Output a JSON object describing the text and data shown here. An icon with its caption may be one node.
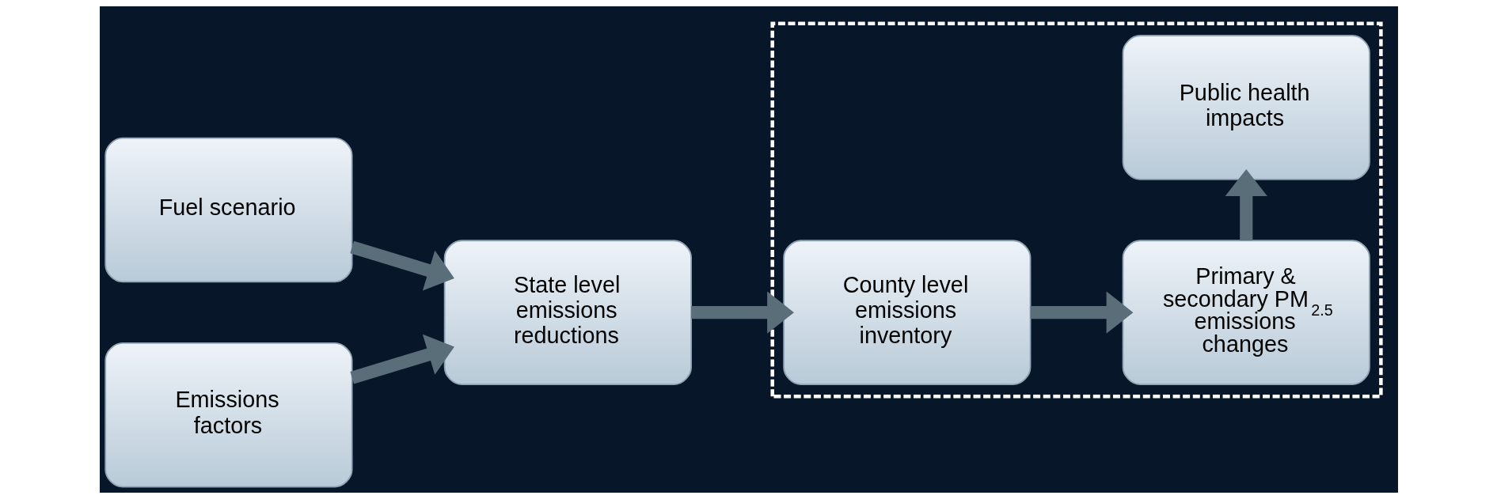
{
  "diagram": {
    "nodes": [
      {
        "text": [
          "Fuel scenario"
        ]
      },
      {
        "text": [
          "Emissions factors"
        ]
      },
      {
        "text": [
          "State level emissions reductions"
        ]
      },
      {
        "text": [],
        "shape": "box"
      },
      {
        "text": [
          "County level emissions inventory"
        ],
        "in": 3
      },
      {
        "text": [
          "Primary & secondary PM$_{2.5}$ emissions changes"
        ],
        "in": 3
      },
      {
        "text": [
          "Public health impacts"
        ],
        "in": 3
      }
    ],
    "edges": [
      {
        "from": 0,
        "to": 2,
        "arrow": "to"
      },
      {
        "from": 1,
        "to": 2,
        "arrow": "to"
      },
      {
        "from": 2,
        "to": 4,
        "arrow": "to"
      },
      {
        "from": 4,
        "to": 5,
        "arrow": "to"
      },
      {
        "from": 5,
        "to": 6,
        "arrow": "to"
      }
    ]
  }
}
